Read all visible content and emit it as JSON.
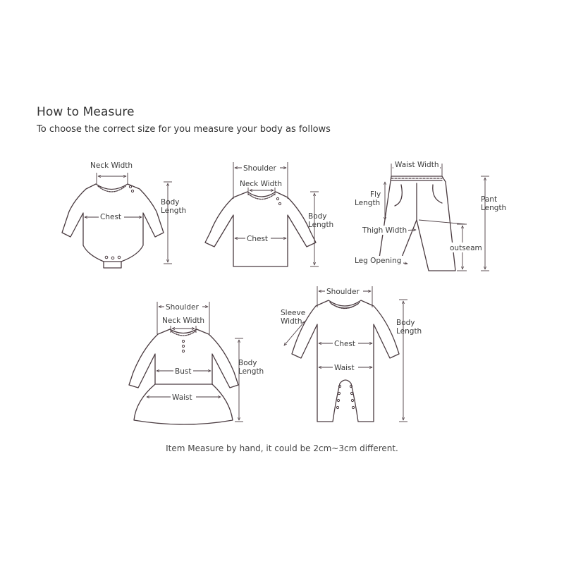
{
  "header": {
    "title": "How to Measure",
    "subtitle": "To choose the correct size for you measure your body as follows"
  },
  "footer": {
    "note": "Item Measure by hand, it could be 2cm~3cm different."
  },
  "garments": {
    "bodysuit": {
      "neck_width": "Neck Width",
      "chest": "Chest",
      "body_length_1": "Body",
      "body_length_2": "Length"
    },
    "top": {
      "shoulder": "Shoulder",
      "neck_width": "Neck Width",
      "chest": "Chest",
      "body_length_1": "Body",
      "body_length_2": "Length"
    },
    "pants": {
      "waist_width": "Waist Width",
      "fly_length_1": "Fly",
      "fly_length_2": "Length",
      "pant_length_1": "Pant",
      "pant_length_2": "Length",
      "thigh_width": "Thigh Width",
      "outseam": "outseam",
      "leg_opening": "Leg Opening"
    },
    "dress": {
      "shoulder": "Shoulder",
      "neck_width": "Neck Width",
      "bust": "Bust",
      "waist": "Waist",
      "body_length_1": "Body",
      "body_length_2": "Length"
    },
    "romper": {
      "shoulder": "Shoulder",
      "sleeve_width_1": "Sleeve",
      "sleeve_width_2": "Width",
      "chest": "Chest",
      "waist": "Waist",
      "body_length_1": "Body",
      "body_length_2": "Length"
    }
  },
  "colors": {
    "outline": "#4a3b40",
    "text": "#3a3a3a",
    "background": "#ffffff"
  }
}
